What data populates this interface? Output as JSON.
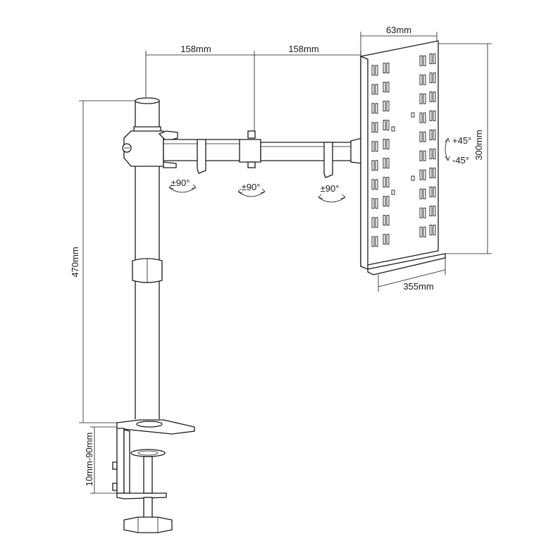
{
  "dimensions": {
    "arm_segment_1": "158mm",
    "arm_segment_2": "158mm",
    "plate_depth": "63mm",
    "plate_height": "300mm",
    "plate_width": "355mm",
    "pole_height": "470mm",
    "clamp_range": "10mm-90mm"
  },
  "rotations": {
    "joint_1": "±90°",
    "joint_2": "±90°",
    "joint_3": "±90°",
    "tilt_up": "+45°",
    "tilt_down": "-45°"
  }
}
